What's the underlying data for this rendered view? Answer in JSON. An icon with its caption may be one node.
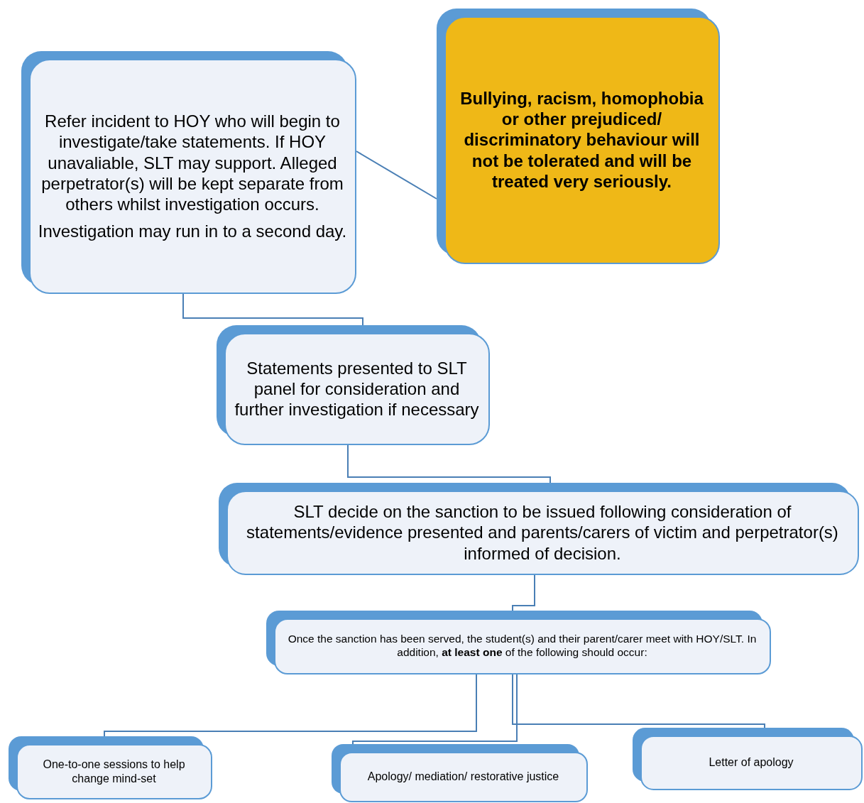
{
  "diagram": {
    "nodes": [
      {
        "text": [
          "Refer incident to HOY who will begin to investigate/take statements. If HOY unavaliable, SLT may support. Alleged perpetrator(s) will be kept separate from others whilst investigation occurs.",
          "Investigation may run in to a second day."
        ]
      },
      {
        "text": [
          "Bullying, racism, homophobia or other prejudiced/ discriminatory behaviour will not be tolerated and will be treated very seriously."
        ]
      },
      {
        "text": [
          "Statements presented to SLT panel for consideration and further investigation if necessary"
        ]
      },
      {
        "text": [
          "SLT decide on the sanction to be issued following consideration of statements/evidence presented and parents/carers of victim and perpetrator(s) informed of decision."
        ]
      },
      {
        "text": [
          "Once the sanction has been served, the student(s) and their parent/carer meet with HOY/SLT. In addition, **at least one** of the following should occur:"
        ]
      },
      {
        "text": [
          "One-to-one sessions to help change mind-set"
        ]
      },
      {
        "text": [
          "Apology/ mediation/ restorative justice"
        ]
      },
      {
        "text": [
          "Letter of apology"
        ]
      }
    ],
    "edges": [
      {
        "from": 0,
        "to": 1,
        "arrow": "none"
      },
      {
        "from": 0,
        "to": 2,
        "arrow": "none"
      },
      {
        "from": 2,
        "to": 3,
        "arrow": "none"
      },
      {
        "from": 3,
        "to": 4,
        "arrow": "none"
      },
      {
        "from": 4,
        "to": 5,
        "arrow": "none"
      },
      {
        "from": 4,
        "to": 6,
        "arrow": "none"
      },
      {
        "from": 4,
        "to": 7,
        "arrow": "none"
      }
    ]
  }
}
